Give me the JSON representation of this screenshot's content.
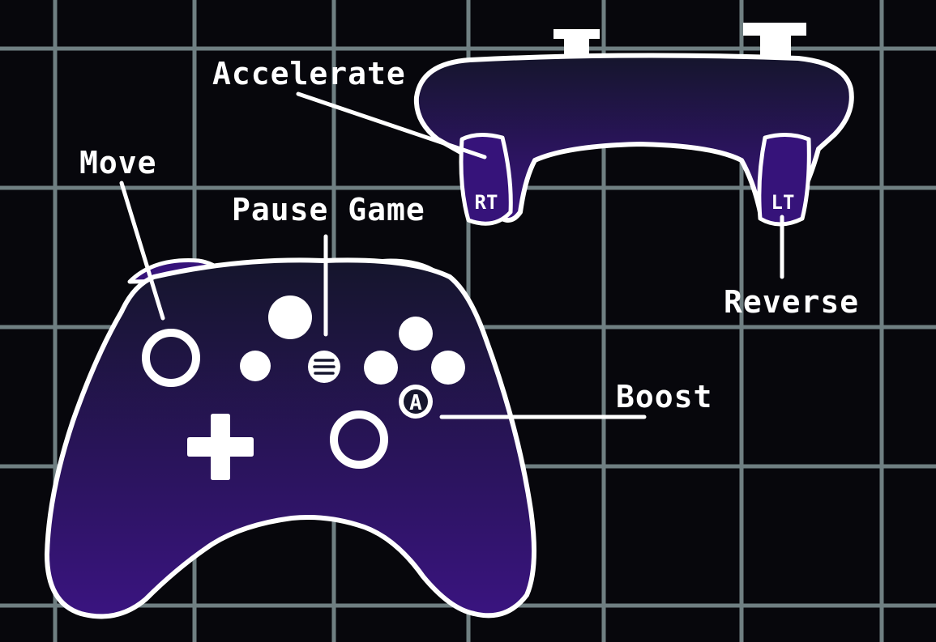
{
  "labels": {
    "accelerate": "Accelerate",
    "move": "Move",
    "pause_game": "Pause Game",
    "reverse": "Reverse",
    "boost": "Boost"
  },
  "buttons": {
    "right_trigger": "RT",
    "left_trigger": "LT",
    "a_button": "A"
  },
  "icons": {
    "pause": "menu-icon",
    "dpad": "dpad-icon"
  },
  "colors": {
    "background": "#07070c",
    "grid_line": "#6f7f82",
    "grid_glow_top": "#a03ca8",
    "grid_glow_bottom": "#1fb7ad",
    "controller_top": "#16162e",
    "controller_bottom": "#3a1480",
    "outline": "#ffffff"
  }
}
